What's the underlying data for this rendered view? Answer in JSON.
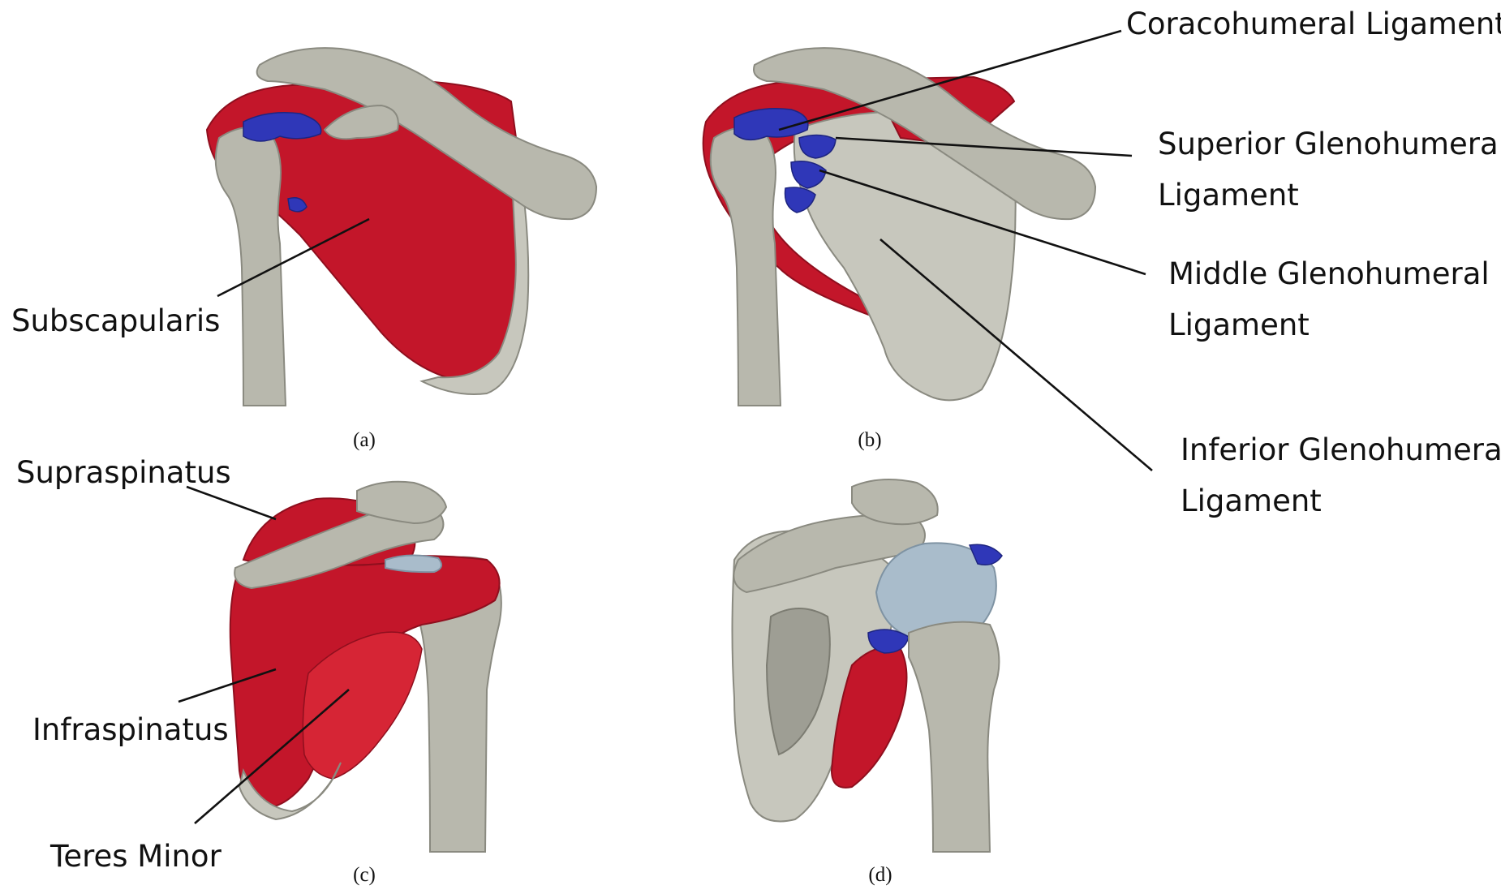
{
  "labels": {
    "subscapularis": "Subscapularis",
    "coracohumeral": "Coracohumeral Ligament",
    "superior_line1": "Superior Glenohumeral",
    "superior_line2": "Ligament",
    "middle_line1": "Middle Glenohumeral",
    "middle_line2": "Ligament",
    "inferior_line1": "Inferior Glenohumeral",
    "inferior_line2": "Ligament",
    "supraspinatus": "Supraspinatus",
    "infraspinatus": "Infraspinatus",
    "teres_minor": "Teres Minor"
  },
  "captions": {
    "a": "(a)",
    "b": "(b)",
    "c": "(c)",
    "d": "(d)"
  },
  "colors": {
    "bone": "#b8b8ad",
    "muscle": "#c3162a",
    "ligament": "#2f37b8",
    "cartilage": "#a9bccb"
  }
}
